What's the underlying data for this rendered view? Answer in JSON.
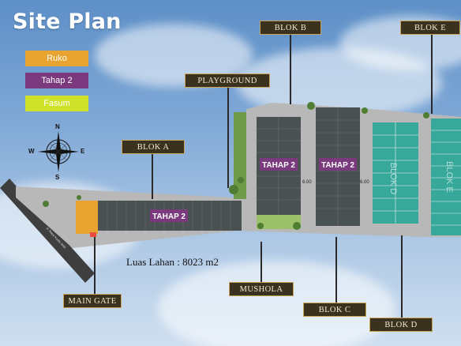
{
  "title": "Site Plan",
  "legend": [
    {
      "label": "Ruko",
      "color": "#e8a331",
      "text_color": "#ffffff"
    },
    {
      "label": "Tahap 2",
      "color": "#7a3a7d",
      "text_color": "#ffffff"
    },
    {
      "label": "Fasum",
      "color": "#cfe22a",
      "text_color": "#ffffff"
    }
  ],
  "compass": {
    "n": "N",
    "s": "S",
    "e": "E",
    "w": "W"
  },
  "callouts": {
    "blok_a": "BLOK A",
    "blok_b": "BLOK B",
    "blok_c": "BLOK C",
    "blok_d": "BLOK D",
    "blok_e": "BLOK E",
    "playground": "PLAYGROUND",
    "mushola": "MUSHOLA",
    "main_gate": "MAIN GATE"
  },
  "map_labels": {
    "tahap2": "TAHAP 2",
    "road_width": "6.00",
    "blok_d_overlay": "BLOK D",
    "blok_e_overlay": "BLOK E",
    "street": "Jl. Raya Kuala Jelai"
  },
  "area_text": "Luas Lahan : 8023 m2",
  "colors": {
    "road": "#b8b8b8",
    "lot_dark": "#4a5153",
    "lot_teal": "#38a89a",
    "label_bg": "#3a321e",
    "label_border": "#c9a55c"
  }
}
